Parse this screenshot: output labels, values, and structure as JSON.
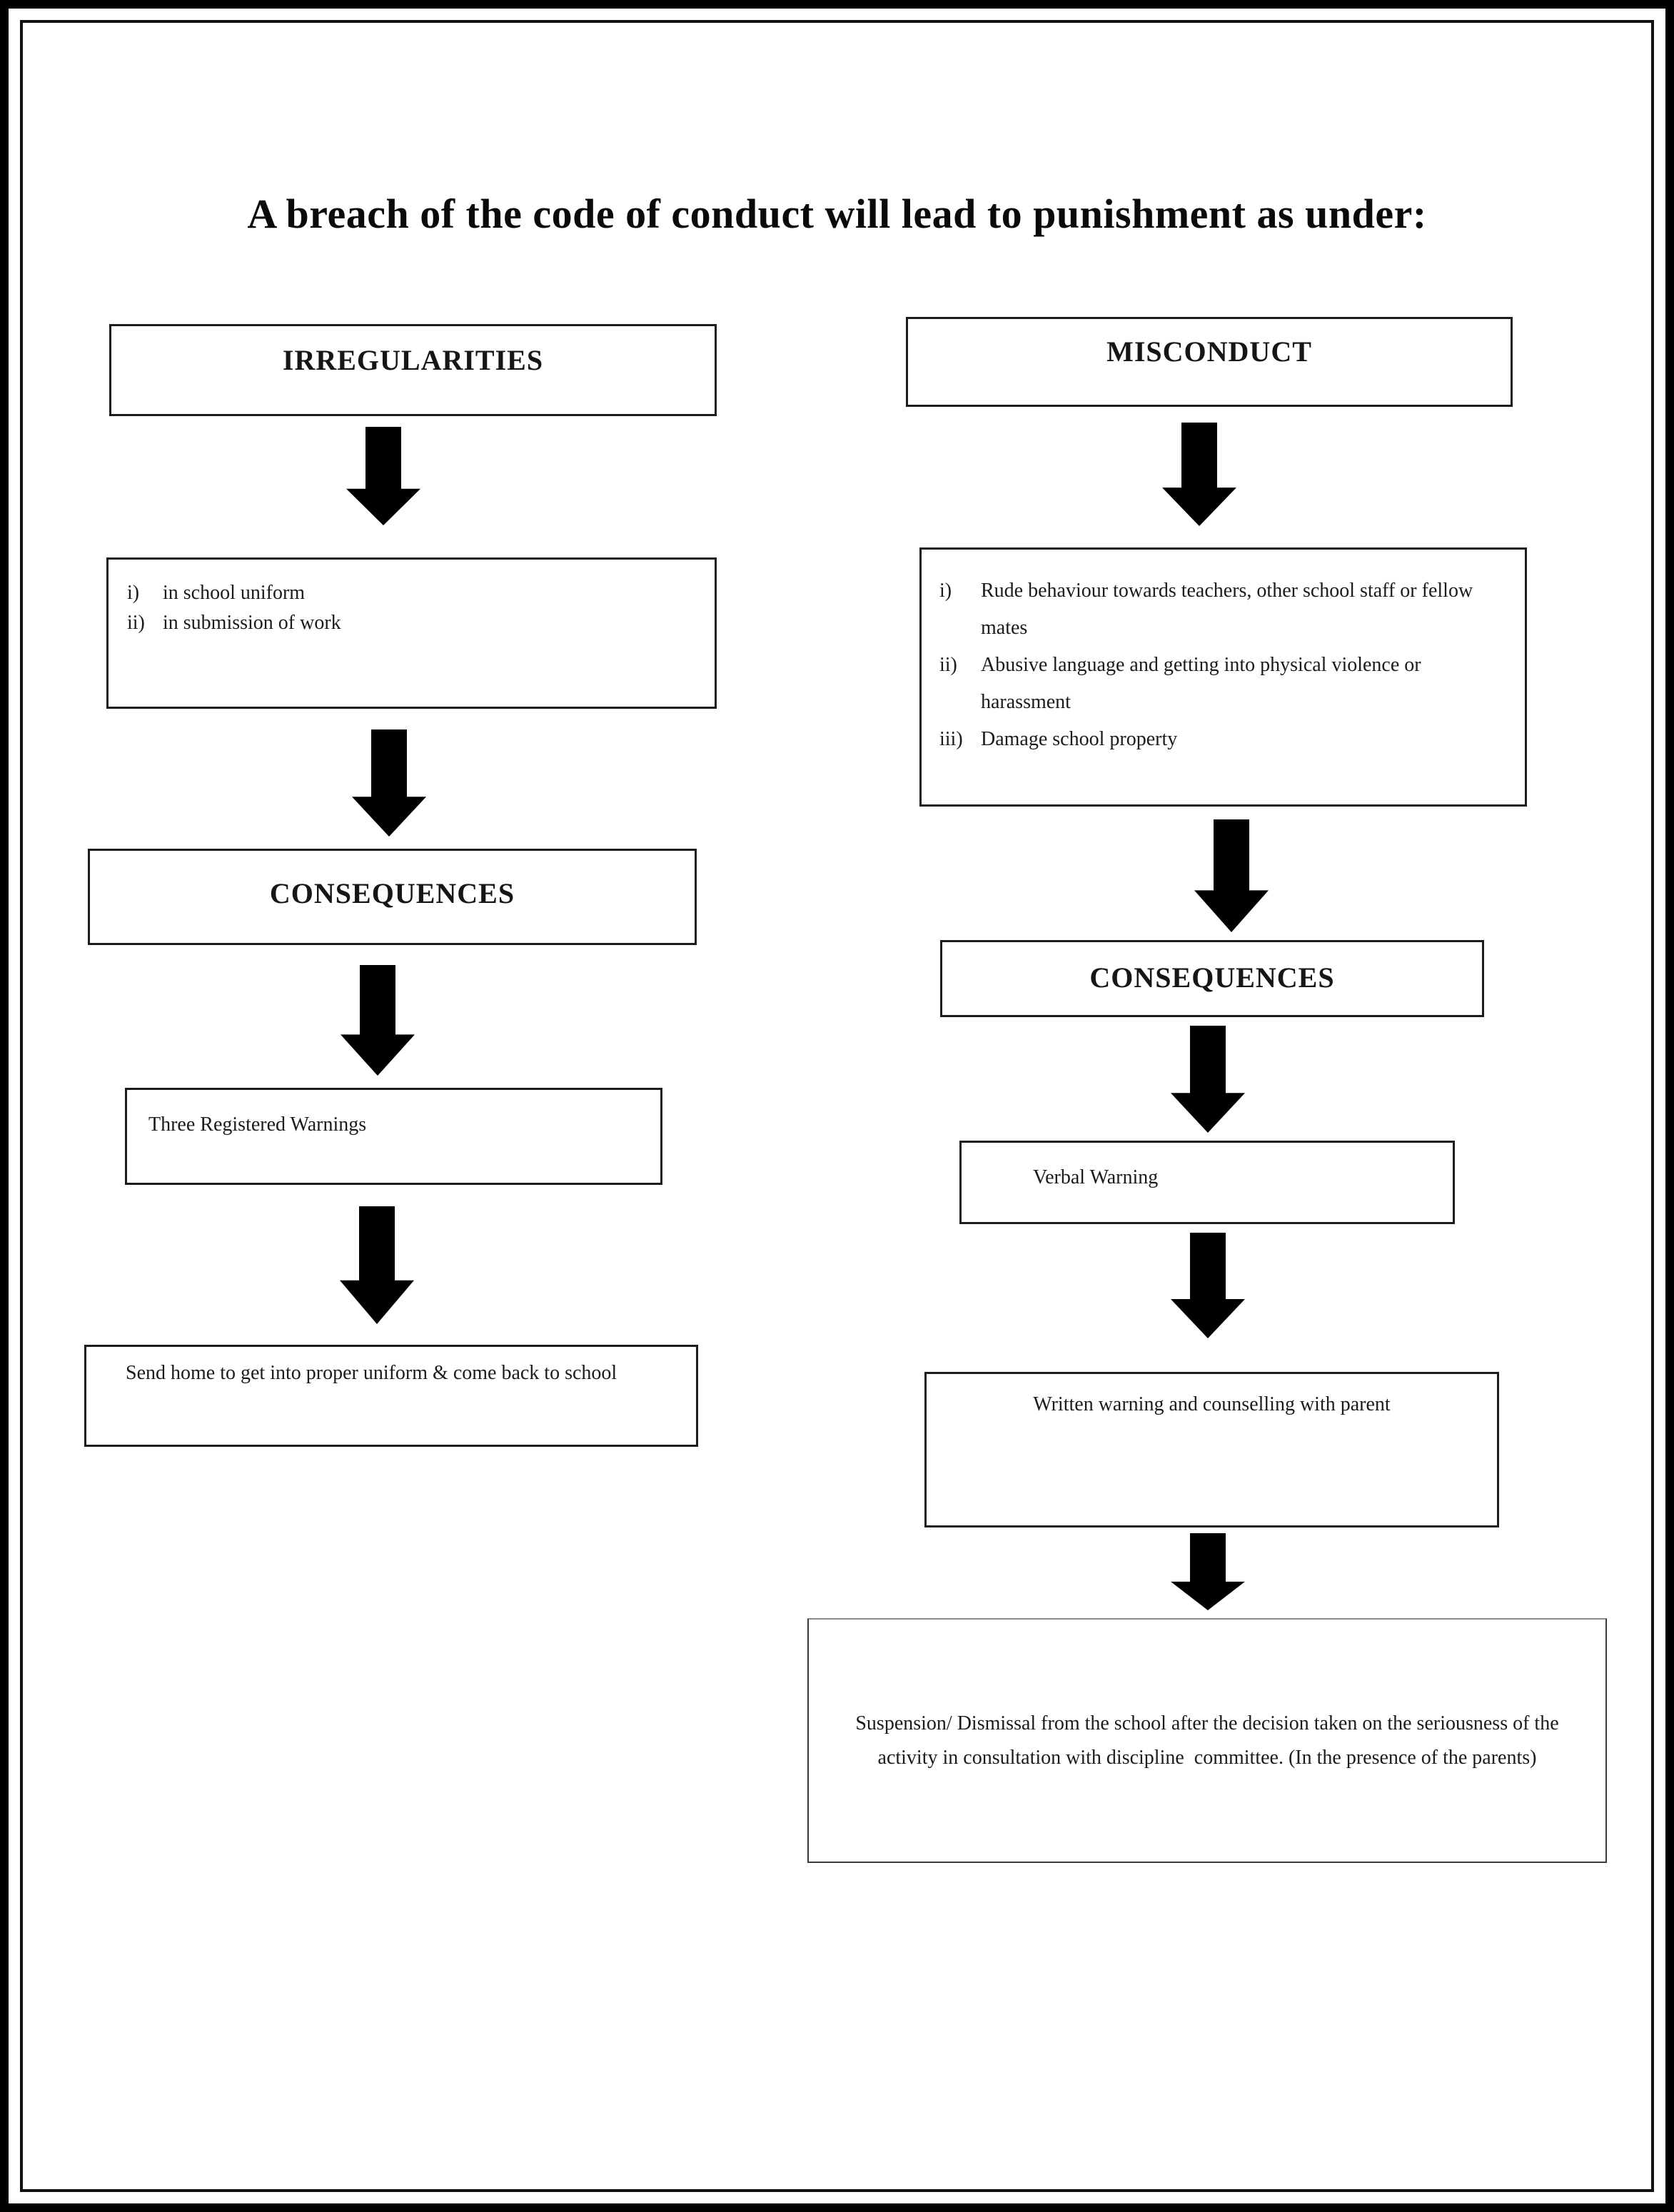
{
  "page": {
    "title": "A breach of the code of conduct will lead to punishment as under:"
  },
  "left_flow": {
    "header": "IRREGULARITIES",
    "items": [
      {
        "num": "i)",
        "text": "in school uniform"
      },
      {
        "num": "ii)",
        "text": "in submission of work"
      }
    ],
    "consequences_header": "CONSEQUENCES",
    "step1": "Three Registered Warnings",
    "step2": "Send home to get into proper uniform & come back to school"
  },
  "right_flow": {
    "header": "MISCONDUCT",
    "items": [
      {
        "num": "i)",
        "text": "Rude behaviour towards teachers, other school staff or fellow mates"
      },
      {
        "num": "ii)",
        "text": "Abusive language and getting into physical violence or harassment"
      },
      {
        "num": "iii)",
        "text": "Damage school property"
      }
    ],
    "consequences_header": "CONSEQUENCES",
    "step1": "Verbal Warning",
    "step2": "Written warning and counselling with parent",
    "step3_line1": "Suspension/ Dismissal from the school after the decision taken on the seriousness of the",
    "step3_line2": "activity in consultation with discipline  committee. (In the presence of the parents)"
  },
  "icons": {
    "flow_arrow_down": "▼"
  },
  "colors": {
    "ink": "#000000",
    "box_border": "#1c1c1c",
    "background": "#ffffff"
  }
}
